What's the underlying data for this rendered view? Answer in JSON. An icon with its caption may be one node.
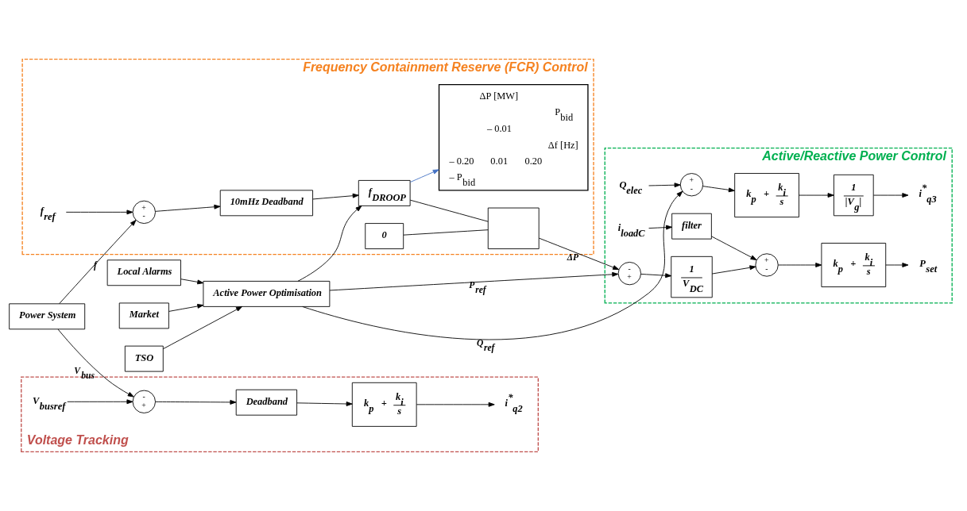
{
  "diagram": {
    "nodes": [
      {
        "text": [
          "Frequency Containment Reserve (FCR) Control"
        ]
      },
      {
        "text": [
          "ΔP [MW]",
          "P$_{bid}$",
          "– 0.01",
          "Δf [Hz]",
          "– 0.20",
          "0.01",
          "0.20",
          "– P$_{bid}$"
        ],
        "in": 0
      },
      {
        "text": [
          "f$_{ref}$"
        ],
        "in": 0
      },
      {
        "text": [
          "+",
          "-"
        ],
        "in": 0
      },
      {
        "text": [
          "10mHz Deadband"
        ],
        "in": 0
      },
      {
        "text": [
          "f$_{DROOP}$"
        ],
        "in": 0
      },
      {
        "text": [
          "0"
        ],
        "in": 0
      },
      {
        "text": [],
        "shape": "box",
        "in": 0
      },
      {
        "text": [
          "Active/Reactive Power Control"
        ]
      },
      {
        "text": [
          "+",
          "-"
        ],
        "in": 8
      },
      {
        "text": [
          "k$_{p}$ +",
          "k$_{i}$",
          "s"
        ],
        "in": 8
      },
      {
        "text": [
          "1",
          "|V$_{g}$|"
        ],
        "in": 8
      },
      {
        "text": [
          "i$^{*}$$_{q3}$"
        ],
        "in": 8
      },
      {
        "text": [
          "Q$_{elec}$"
        ],
        "in": 8
      },
      {
        "text": [
          "i$_{loadC}$"
        ],
        "in": 8
      },
      {
        "text": [
          "filter"
        ],
        "in": 8
      },
      {
        "text": [
          "-",
          "+"
        ],
        "in": 8
      },
      {
        "text": [
          "1",
          "V$_{DC}$"
        ],
        "in": 8
      },
      {
        "text": [
          "+",
          "-"
        ],
        "in": 8
      },
      {
        "text": [
          "k$_{p}$ +",
          "k$_{i}$",
          "s"
        ],
        "in": 8
      },
      {
        "text": [
          "P$_{set}$"
        ],
        "in": 8
      },
      {
        "text": [
          "Power System"
        ]
      },
      {
        "text": [
          "Voltage Tracking"
        ]
      },
      {
        "text": [
          "-",
          "+"
        ],
        "in": 22
      },
      {
        "text": [
          "Deadband"
        ],
        "in": 22
      },
      {
        "text": [
          "k$_{p}$ +",
          "k$_{i}$",
          "s"
        ],
        "in": 22
      },
      {
        "text": [
          "i$^{*}$$_{q2}$"
        ],
        "in": 22
      },
      {
        "text": [
          "V$_{busref}$"
        ],
        "in": 22
      },
      {
        "text": [
          "Active Power Optimisation"
        ]
      },
      {
        "text": [
          "Market"
        ]
      },
      {
        "text": [
          "TSO"
        ]
      },
      {
        "text": [
          "Local Alarms"
        ]
      }
    ],
    "edges": [
      {
        "from": 21,
        "to": 3,
        "arrow": "to",
        "label": "f"
      },
      {
        "from": 2,
        "to": 3,
        "arrow": "to"
      },
      {
        "from": 3,
        "to": 4,
        "arrow": "to"
      },
      {
        "from": 4,
        "to": 5,
        "arrow": "to"
      },
      {
        "from": 5,
        "to": 1,
        "arrow": "to",
        "color": "#4472c4"
      },
      {
        "from": 5,
        "to": 7,
        "arrow": "none"
      },
      {
        "from": 6,
        "to": 7,
        "arrow": "none"
      },
      {
        "from": 7,
        "to": 16,
        "arrow": "to",
        "label": "ΔP"
      },
      {
        "from": 28,
        "to": 9,
        "arrow": "to",
        "label": "Q$_{ref}$"
      },
      {
        "from": 13,
        "to": 9,
        "arrow": "to"
      },
      {
        "from": 9,
        "to": 10,
        "arrow": "to"
      },
      {
        "from": 10,
        "to": 11,
        "arrow": "to"
      },
      {
        "from": 11,
        "to": 12,
        "arrow": "to"
      },
      {
        "from": 14,
        "to": 15,
        "arrow": "to"
      },
      {
        "from": 15,
        "to": 18,
        "arrow": "to"
      },
      {
        "from": 28,
        "to": 16,
        "arrow": "to",
        "label": "P$_{ref}$"
      },
      {
        "from": 16,
        "to": 17,
        "arrow": "to"
      },
      {
        "from": 17,
        "to": 18,
        "arrow": "to"
      },
      {
        "from": 18,
        "to": 19,
        "arrow": "to"
      },
      {
        "from": 19,
        "to": 20,
        "arrow": "to"
      },
      {
        "from": 28,
        "to": 5,
        "arrow": "to"
      },
      {
        "from": 21,
        "to": 23,
        "arrow": "to",
        "label": "V$_{bus}$"
      },
      {
        "from": 27,
        "to": 23,
        "arrow": "to"
      },
      {
        "from": 23,
        "to": 24,
        "arrow": "to"
      },
      {
        "from": 24,
        "to": 25,
        "arrow": "to"
      },
      {
        "from": 25,
        "to": 26,
        "arrow": "to"
      },
      {
        "from": 29,
        "to": 28,
        "arrow": "to"
      },
      {
        "from": 30,
        "to": 28,
        "arrow": "to"
      },
      {
        "from": 31,
        "to": 28,
        "arrow": "to"
      }
    ]
  }
}
